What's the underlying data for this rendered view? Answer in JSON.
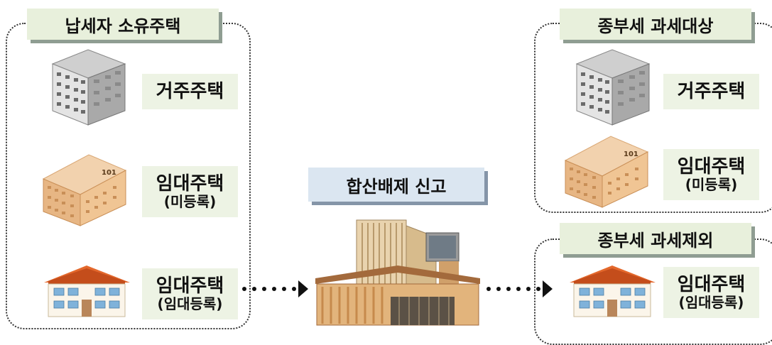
{
  "left_panel": {
    "title": "납세자 소유주택",
    "items": [
      {
        "label": "거주주택",
        "sub": ""
      },
      {
        "label": "임대주택",
        "sub": "(미등록)"
      },
      {
        "label": "임대주택",
        "sub": "(임대등록)"
      }
    ]
  },
  "center": {
    "title": "합산배제 신고"
  },
  "right_top": {
    "title": "종부세 과세대상",
    "items": [
      {
        "label": "거주주택",
        "sub": ""
      },
      {
        "label": "임대주택",
        "sub": "(미등록)"
      }
    ]
  },
  "right_bottom": {
    "title": "종부세 과세제외",
    "items": [
      {
        "label": "임대주택",
        "sub": "(임대등록)"
      }
    ]
  },
  "icons": [
    "apartment-building-icon",
    "brick-building-icon",
    "house-icon",
    "government-building-icon",
    "dotted-arrow-icon"
  ]
}
